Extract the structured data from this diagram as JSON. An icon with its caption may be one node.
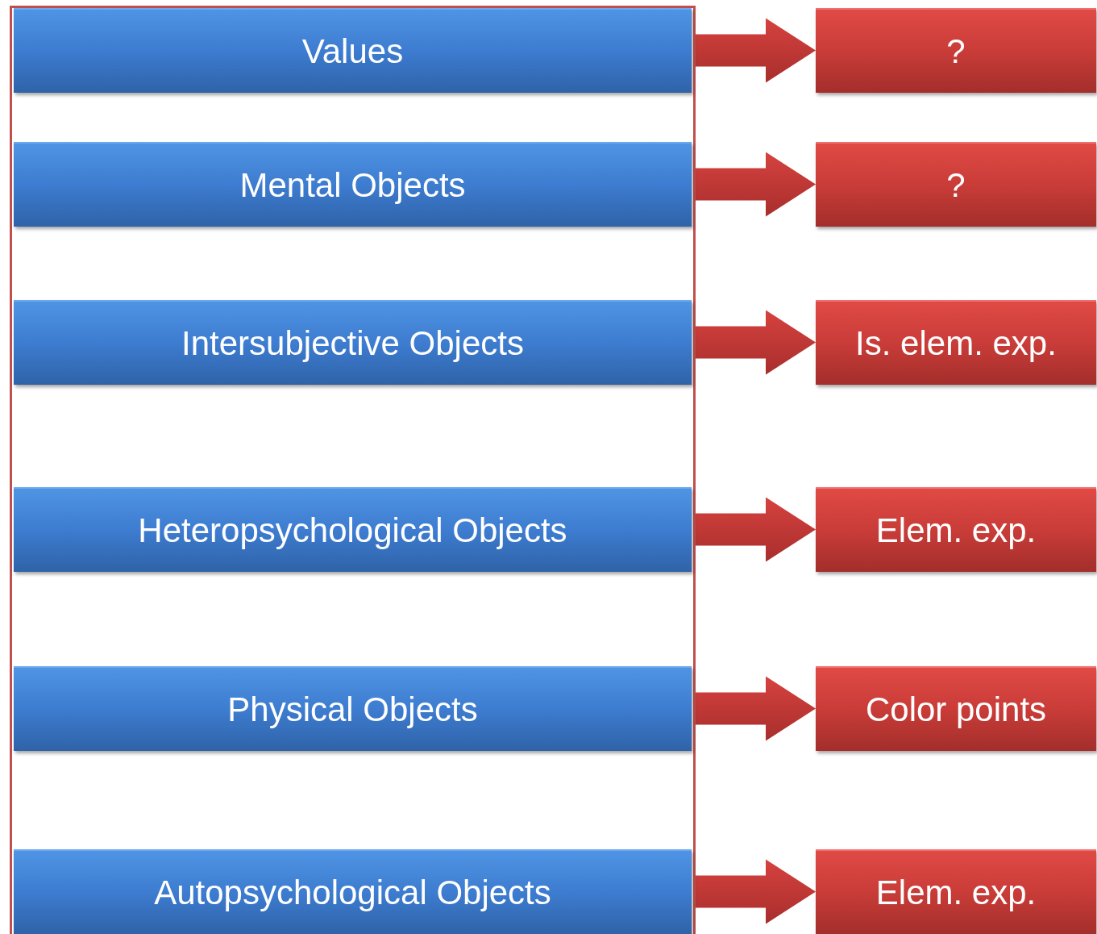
{
  "diagram": {
    "nodes": [
      {
        "text": [],
        "shape": "box"
      },
      {
        "text": [
          "Values"
        ],
        "in": 0
      },
      {
        "text": [
          "?"
        ]
      },
      {
        "text": [
          "Mental Objects"
        ],
        "in": 0
      },
      {
        "text": [
          "?"
        ]
      },
      {
        "text": [
          "Intersubjective Objects"
        ],
        "in": 0
      },
      {
        "text": [
          "Is. elem. exp."
        ]
      },
      {
        "text": [
          "Heteropsychological Objects"
        ],
        "in": 0
      },
      {
        "text": [
          "Elem. exp."
        ]
      },
      {
        "text": [
          "Physical Objects"
        ],
        "in": 0
      },
      {
        "text": [
          "Color points"
        ]
      },
      {
        "text": [
          "Autopsychological Objects"
        ],
        "in": 0
      },
      {
        "text": [
          "Elem. exp."
        ]
      }
    ],
    "edges": [
      {
        "from": 1,
        "to": 2,
        "arrow": "to"
      },
      {
        "from": 3,
        "to": 4,
        "arrow": "to"
      },
      {
        "from": 5,
        "to": 6,
        "arrow": "to"
      },
      {
        "from": 7,
        "to": 8,
        "arrow": "to"
      },
      {
        "from": 9,
        "to": 10,
        "arrow": "to"
      },
      {
        "from": 11,
        "to": 12,
        "arrow": "to"
      }
    ]
  }
}
